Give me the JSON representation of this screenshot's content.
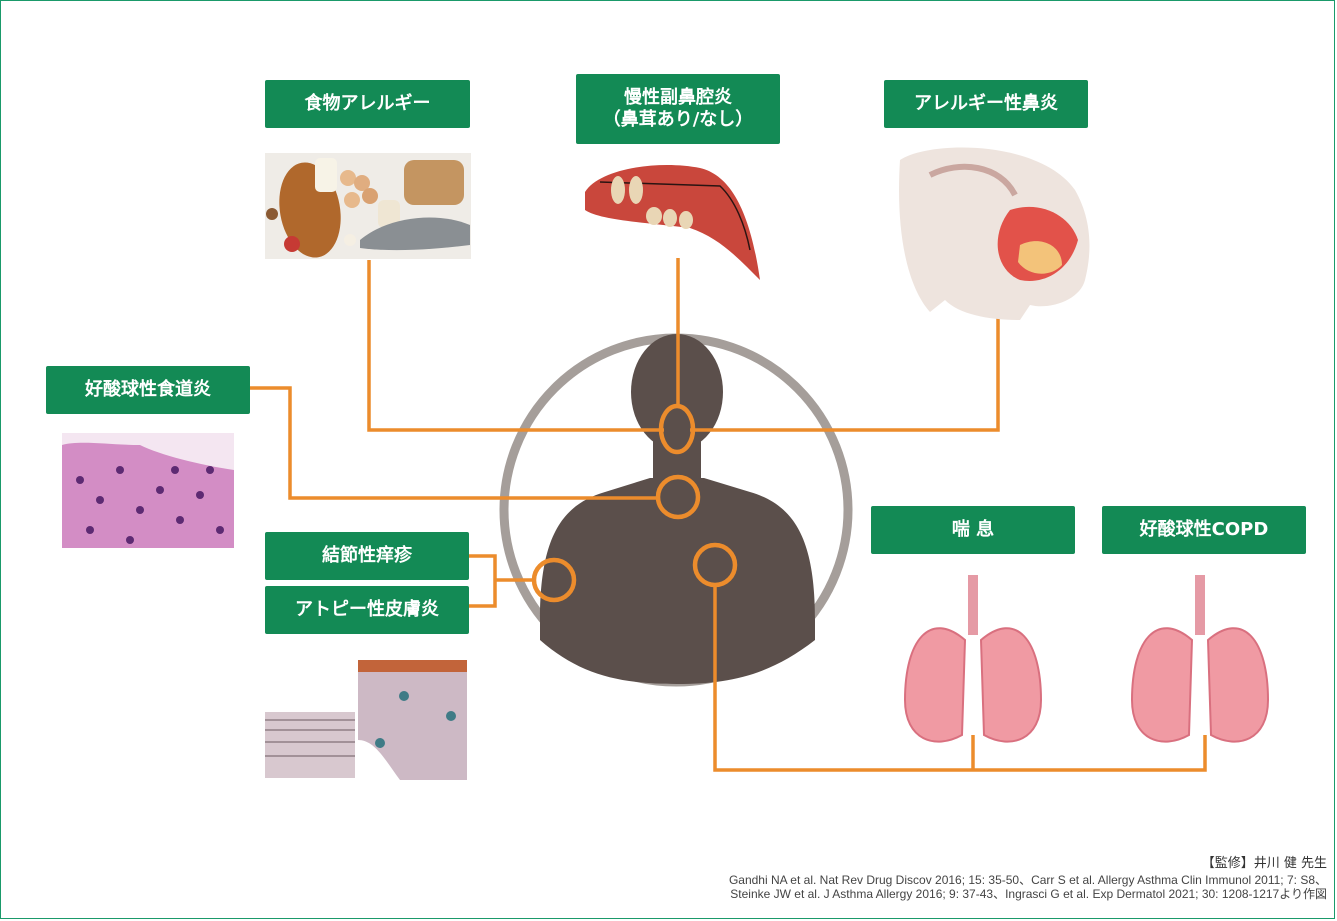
{
  "labels": {
    "food_allergy": "食物アレルギー",
    "chronic_sinusitis": "慢性副鼻腔炎\n（鼻茸あり/なし）",
    "allergic_rhinitis": "アレルギー性鼻炎",
    "eosinophilic_esophagitis": "好酸球性食道炎",
    "prurigo_nodularis": "結節性痒疹",
    "atopic_dermatitis": "アトピー性皮膚炎",
    "asthma": "喘 息",
    "eosinophilic_copd": "好酸球性COPD"
  },
  "colors": {
    "label_green": "#138a55",
    "connector_orange": "#ec8c2c",
    "silhouette": "#5b4f4b",
    "ring_gray": "#a59e9a"
  },
  "icons": {
    "food": "food-photo",
    "sinus": "nasal-cavity-illustration",
    "head": "head-cross-section-illustration",
    "esophagus": "histology-image",
    "skin": "skin-layers-illustration",
    "lungs": "lungs-illustration"
  },
  "footer": {
    "credit": "【監修】井川 健 先生",
    "refs_line1": "Gandhi NA et al. Nat Rev Drug Discov 2016; 15: 35-50、Carr S et al. Allergy Asthma Clin Immunol 2011; 7: S8、",
    "refs_line2": "Steinke JW et al. J Asthma Allergy 2016; 9: 37-43、Ingrasci G et al. Exp Dermatol 2021; 30: 1208-1217より作図"
  }
}
